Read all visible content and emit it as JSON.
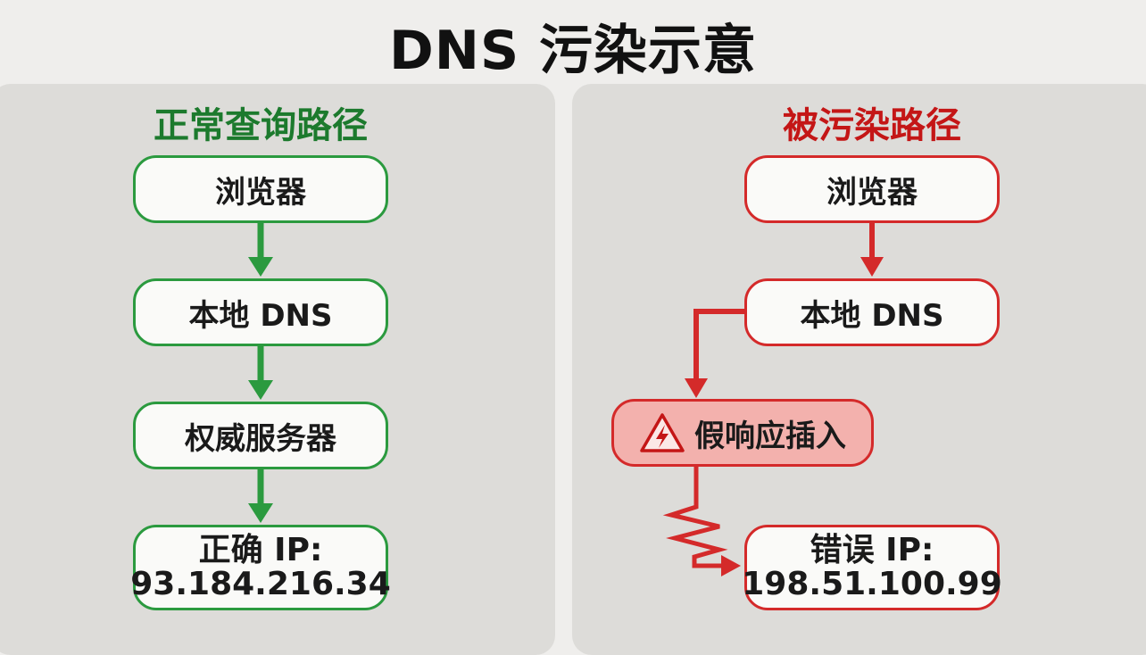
{
  "title": "DNS 污染示意",
  "normal": {
    "heading": "正常查询路径",
    "steps": [
      "浏览器",
      "本地 DNS",
      "权威服务器"
    ],
    "result_label": "正确 IP:",
    "result_ip": "93.184.216.34"
  },
  "poisoned": {
    "heading": "被污染路径",
    "steps": [
      "浏览器",
      "本地 DNS"
    ],
    "fake_response": "假响应插入",
    "result_label": "错误 IP:",
    "result_ip": "198.51.100.99"
  },
  "colors": {
    "normal": "#2b9a3f",
    "poisoned": "#d42a2a",
    "fake_fill": "#f3b1ad"
  },
  "icons": {
    "warning": "warning-lightning-icon"
  }
}
